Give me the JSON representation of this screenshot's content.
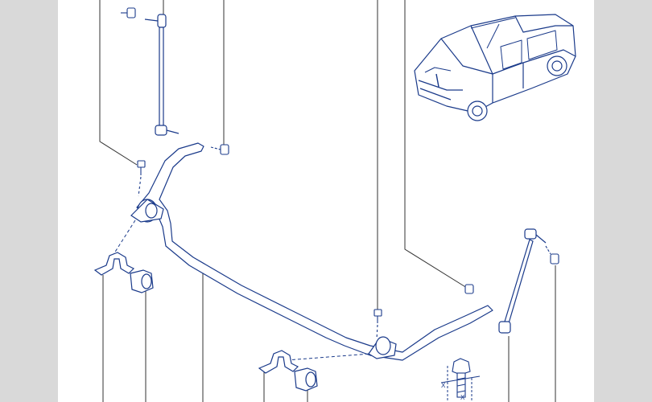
{
  "viewer": {
    "background_color": "#d9d9d9",
    "sheet_color": "#ffffff"
  },
  "diagram": {
    "line_color": "#1a3a8a",
    "leader_color": "#333333",
    "dimension_labels": {
      "x_top": "X",
      "x_bottom": "X"
    },
    "parts": [
      "vehicle-illustration",
      "stabilizer-bar",
      "left-stabilizer-link",
      "right-stabilizer-link",
      "left-bushing-clamp",
      "right-bushing-clamp",
      "left-rubber-bushing",
      "right-rubber-bushing",
      "clamp-bolt",
      "link-nut",
      "bolt-detail-view"
    ]
  }
}
